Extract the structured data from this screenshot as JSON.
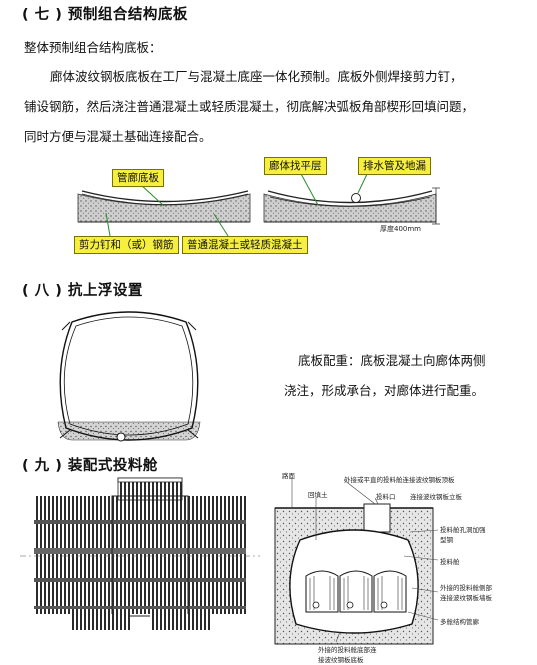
{
  "section7": {
    "heading": "( 七 ) 预制组合结构底板",
    "subheading": "整体预制组合结构底板：",
    "para_line1": "廊体波纹钢板底板在工厂与混凝土底座一体化预制。底板外侧焊接剪力钉，",
    "para_line2": "铺设钢筋，然后浇注普通混凝土或轻质混凝土，彻底解决弧板角部楔形回填问题，",
    "para_line3": "同时方便与混凝土基础连接配合。"
  },
  "diagram1": {
    "label_bottom_plate": "管廊底板",
    "label_leveling": "廊体找平层",
    "label_drain": "排水管及地漏",
    "label_studs": "剪力钉和（或）钢筋",
    "label_concrete": "普通混凝土或轻质混凝土",
    "thickness_note": "厚度400mm"
  },
  "section8": {
    "heading": "( 八 ) 抗上浮设置",
    "desc_line1": "底板配重：底板混凝土向廊体两侧",
    "desc_line2": "浇注，形成承台，对廊体进行配重。"
  },
  "section9": {
    "heading": "( 九 ) 装配式投料舱",
    "cut_label1": "路面",
    "cut_label2": "回填土",
    "cut_label3": "外接或平直的投料舱连接波纹钢板顶板",
    "cut_label4": "投料口",
    "cut_label5": "连接波纹钢板立板",
    "cut_label6": "投料舱孔洞加强型钢",
    "cut_label7": "投料舱",
    "cut_label8": "外接的投料舱侧部连接波纹钢板墙板",
    "cut_label9": "多舱结构管廊",
    "cut_label10": "外接的投料舱底部连接波纹钢板底板"
  }
}
